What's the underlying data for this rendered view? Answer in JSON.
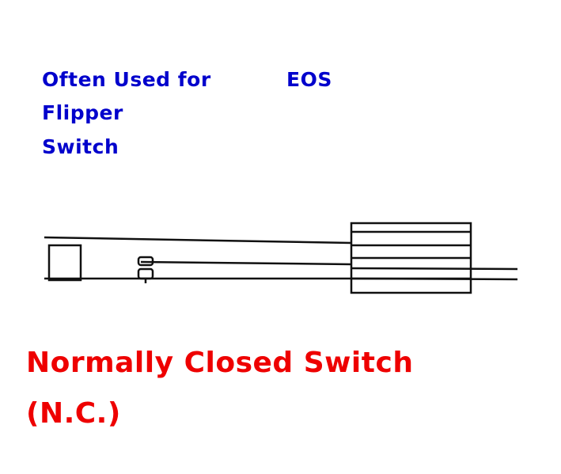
{
  "colors": {
    "note_text": "#0000cc",
    "title_text": "#ee0000",
    "line": "#111111"
  },
  "note": {
    "line1": "Often Used for",
    "line2": "Flipper",
    "line3": "Switch"
  },
  "eos_label": "EOS",
  "title": {
    "line1": "Normally Closed Switch",
    "line2": "(N.C.)"
  }
}
